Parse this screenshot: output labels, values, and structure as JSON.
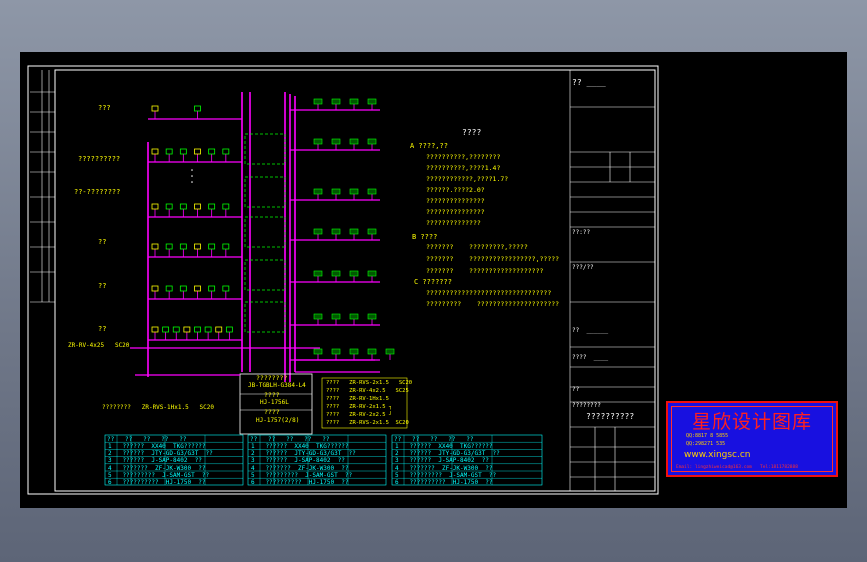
{
  "colors": {
    "wire": "#ff00ff",
    "frame": "#ffffff",
    "dim": "#00ff00",
    "text": "#ffff00",
    "table": "#00ffff",
    "brand_bg": "#1810e0",
    "brand_text": "#ff2020"
  },
  "title_block": {
    "top_label": "?? ____",
    "field_1": "??:??",
    "field_2": "???/??",
    "field_3": "??  ______",
    "field_4": "????  ____",
    "field_5": "??",
    "field_6": "????????",
    "field_7": "??????????"
  },
  "floor_labels": [
    "???",
    "??????????",
    "??-????????",
    "??",
    "??",
    "??"
  ],
  "dist_labels": {
    "line_a": "ZR-RV-4x25   SC20",
    "bottom": "????????   ZR-RVS-1Hx1.5   SC20"
  },
  "center_box": {
    "l1": "????????",
    "l2": "JB-TGBLH-G384-L4",
    "l3": "????",
    "l4": "HJ-1756L",
    "l5": "????",
    "l6": "HJ-1757(2/8)"
  },
  "cable_legend": [
    "????   ZR-RVS-2x1.5   SC20",
    "????   ZR-RV-4x2.5   SC25",
    "????   ZR-RV-1Hx1.5",
    "????   ZR-RV-2x1.5 ┐",
    "????   ZR-RV-2x2.5 ┘",
    "????   ZR-RVS-2x1.5  SC20"
  ],
  "notes": {
    "title": "????",
    "a_head": "A ????,??",
    "a_lines": [
      "??????????,????????",
      "??????????,????1.4?",
      "????????????,????1.7?",
      "??????.????2.0?",
      "???????????????",
      "???????????????",
      "??????????????"
    ],
    "b_head": "B ????",
    "b_lines": [
      "???????    ?????????,?????",
      "???????    ?????????????????,?????",
      "???????    ???????????????????"
    ],
    "c_head": "C ???????",
    "c_lines": [
      "????????????????????????????????",
      "?????????    ?????????????????????"
    ]
  },
  "legend_table": {
    "headers": [
      "??",
      "??",
      "??",
      "??",
      "??"
    ],
    "rows": [
      [
        "1",
        "??????",
        "XX40",
        "TKG??????"
      ],
      [
        "2",
        "??????",
        "JTY-GD-G3/G3T",
        "??"
      ],
      [
        "3",
        "??????",
        "J-SAP-8402",
        "??"
      ],
      [
        "4",
        "???????",
        "ZF-JK-W300",
        "??"
      ],
      [
        "5",
        "?????????",
        "J-SAM-GST",
        "??"
      ],
      [
        "6",
        "??????????",
        "HJ-1750",
        "??"
      ]
    ]
  },
  "brand": {
    "title": "星欣设计图库",
    "qq": "QQ:8817 8 5855",
    "phone": "QQ:298271 535",
    "url": "www.xingsc.cn",
    "foot": "Email: lingzhiweicad@163.com   Tel:1811782888"
  }
}
